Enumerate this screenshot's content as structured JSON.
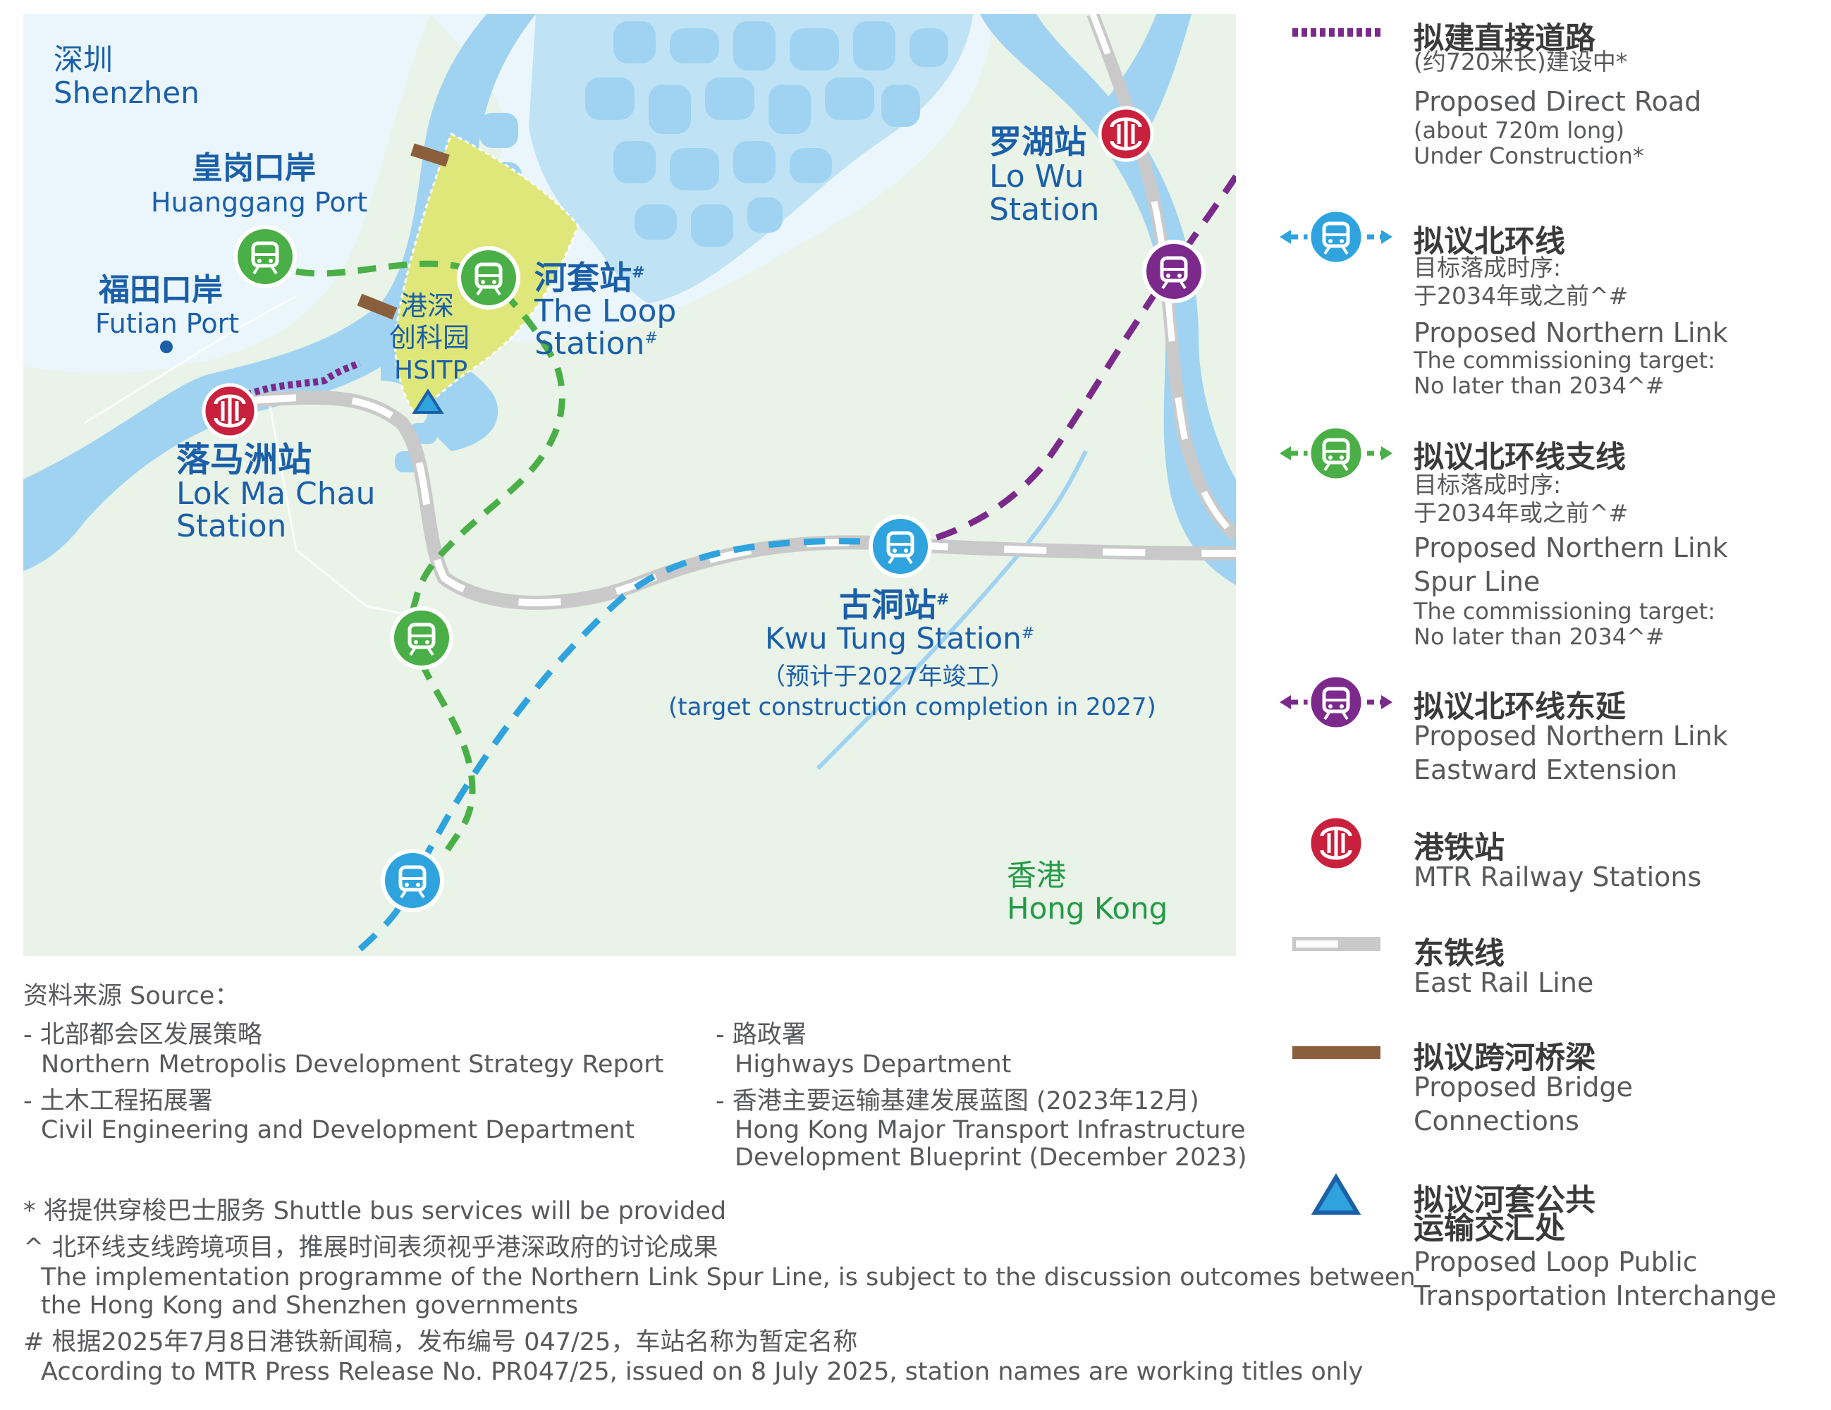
{
  "map": {
    "regions": {
      "shenzhen_cn": "深圳",
      "shenzhen_en": "Shenzhen",
      "hongkong_cn": "香港",
      "hongkong_en": "Hong Kong"
    },
    "places": {
      "huanggang_cn": "皇岗口岸",
      "huanggang_en": "Huanggang Port",
      "futian_cn": "福田口岸",
      "futian_en": "Futian Port",
      "hsitp_cn_1": "港深",
      "hsitp_cn_2": "创科园",
      "hsitp_en": "HSITP",
      "loop_cn": "河套站",
      "loop_en_1": "The Loop",
      "loop_en_2": "Station",
      "lowu_cn": "罗湖站",
      "lowu_en_1": "Lo Wu",
      "lowu_en_2": "Station",
      "lmc_cn": "落马洲站",
      "lmc_en_1": "Lok Ma Chau",
      "lmc_en_2": "Station",
      "kwutung_cn": "古洞站",
      "kwutung_en": "Kwu Tung Station",
      "kwutung_note_cn": "（预计于2027年竣工）",
      "kwutung_note_en": "(target construction completion in 2027)",
      "mark": "#"
    },
    "colors": {
      "water": "#9fd3f1",
      "land": "#e9f3e8",
      "hsitp": "#dfe77a",
      "direct_road": "#7b2a8c",
      "northern_link": "#2ea3de",
      "spur_line": "#4aaf46",
      "eastward": "#7b2a8c",
      "mtr": "#c8203d",
      "east_rail": "#c9c9c9",
      "bridge": "#8b5e3c",
      "interchange": "#1f7ac6"
    }
  },
  "legend": [
    {
      "cn": "拟建直接道路",
      "cn_sub": "(约720米长)建设中*",
      "en": [
        "Proposed Direct Road",
        "(about 720m long)",
        "Under Construction*"
      ]
    },
    {
      "cn": "拟议北环线",
      "cn_sub": "目标落成时序:",
      "cn_sub2": "于2034年或之前^#",
      "en": [
        "Proposed Northern Link",
        "The commissioning target:",
        "No later than 2034^#"
      ]
    },
    {
      "cn": "拟议北环线支线",
      "cn_sub": "目标落成时序:",
      "cn_sub2": "于2034年或之前^#",
      "en": [
        "Proposed Northern Link",
        "Spur Line",
        "The commissioning target:",
        "No later than 2034^#"
      ]
    },
    {
      "cn": "拟议北环线东延",
      "en": [
        "Proposed Northern Link",
        "Eastward Extension"
      ]
    },
    {
      "cn": "港铁站",
      "en": [
        "MTR Railway Stations"
      ]
    },
    {
      "cn": "东铁线",
      "en": [
        "East Rail Line"
      ]
    },
    {
      "cn": "拟议跨河桥梁",
      "en": [
        "Proposed Bridge",
        "Connections"
      ]
    },
    {
      "cn": "拟议河套公共",
      "cn_2": "运输交汇处",
      "en": [
        "Proposed Loop Public",
        "Transportation Interchange"
      ]
    }
  ],
  "sources": {
    "heading": "资料来源 Source：",
    "items": [
      {
        "cn": "- 北部都会区发展策略",
        "en": "Northern Metropolis Development Strategy Report"
      },
      {
        "cn": "- 土木工程拓展署",
        "en": "Civil Engineering and Development Department"
      },
      {
        "cn": "- 路政署",
        "en": "Highways Department"
      },
      {
        "cn": "- 香港主要运输基建发展蓝图 (2023年12月)",
        "en": "Hong Kong Major Transport Infrastructure",
        "en2": "Development Blueprint (December 2023)"
      }
    ],
    "notes": [
      {
        "line": "* 将提供穿梭巴士服务 Shuttle bus services will be provided"
      },
      {
        "line": "^ 北环线支线跨境项目，推展时间表须视乎港深政府的讨论成果",
        "en": "The implementation programme of the Northern Link Spur Line, is subject to the discussion outcomes between",
        "en2": "the Hong Kong and Shenzhen governments"
      },
      {
        "line": "# 根据2025年7月8日港铁新闻稿，发布编号 047/25，车站名称为暂定名称",
        "en": "According to MTR Press Release No. PR047/25, issued on 8 July 2025, station names are working titles only"
      }
    ]
  }
}
